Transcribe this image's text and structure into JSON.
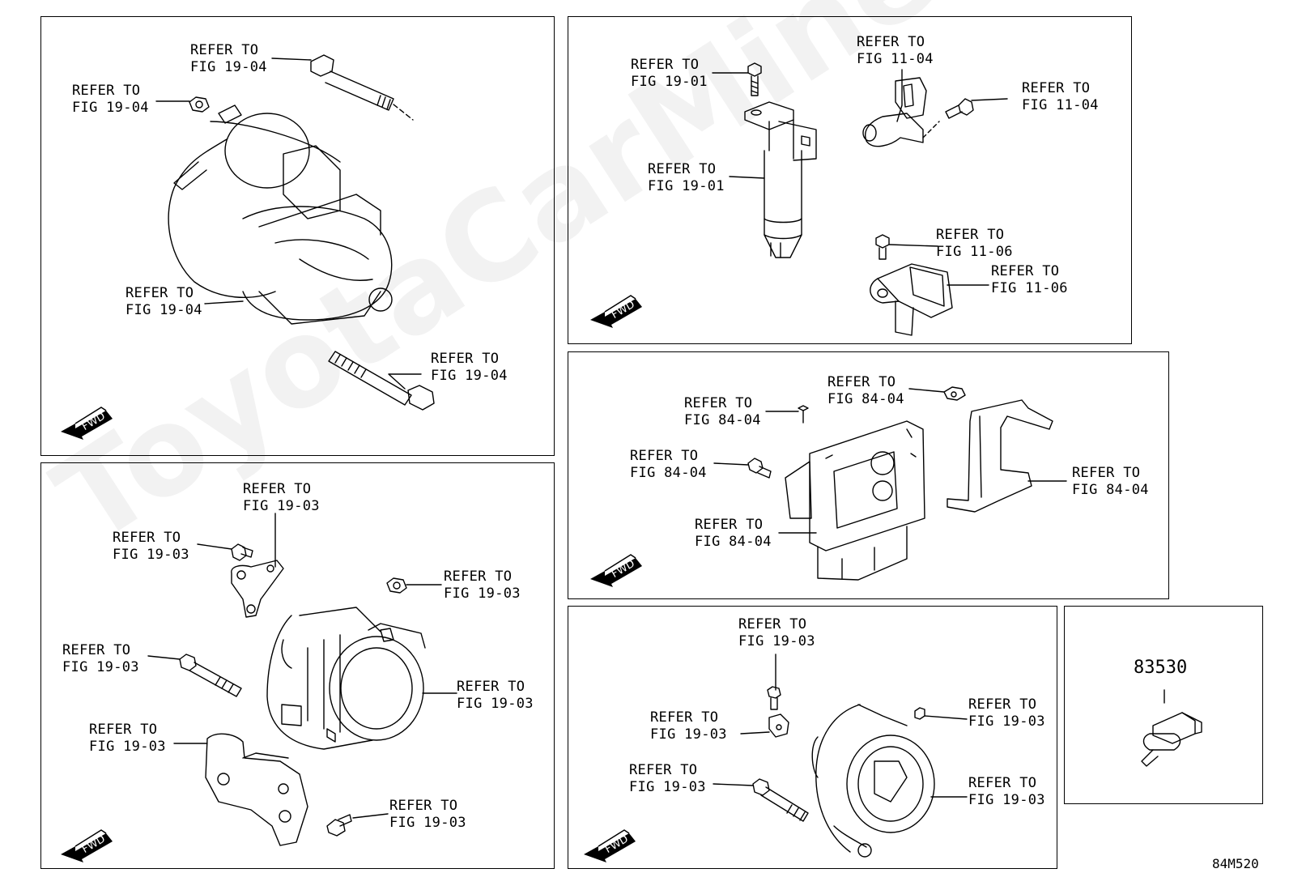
{
  "watermark": "ToyotaCarMine.ru",
  "diagram_code": "84M520",
  "fwd_text": "FWD",
  "part_number": "83530",
  "labels": {
    "p1_top": [
      "REFER TO",
      "FIG 19-04"
    ],
    "p1_nut": [
      "REFER TO",
      "FIG 19-04"
    ],
    "p1_body": [
      "REFER TO",
      "FIG 19-04"
    ],
    "p1_bolt": [
      "REFER TO",
      "FIG 19-04"
    ],
    "p2_bolt": [
      "REFER TO",
      "FIG 19-01"
    ],
    "p2_coil": [
      "REFER TO",
      "FIG 19-01"
    ],
    "p2_sens": [
      "REFER TO",
      "FIG 11-04"
    ],
    "p2_sbolt": [
      "REFER TO",
      "FIG 11-04"
    ],
    "p2_cbolt": [
      "REFER TO",
      "FIG 11-06"
    ],
    "p2_cam": [
      "REFER TO",
      "FIG 11-06"
    ],
    "p3_brk": [
      "REFER TO",
      "FIG 19-03"
    ],
    "p3_bolt": [
      "REFER TO",
      "FIG 19-03"
    ],
    "p3_nut": [
      "REFER TO",
      "FIG 19-03"
    ],
    "p3_long": [
      "REFER TO",
      "FIG 19-03"
    ],
    "p3_alt": [
      "REFER TO",
      "FIG 19-03"
    ],
    "p3_bkt": [
      "REFER TO",
      "FIG 19-03"
    ],
    "p3_bbolt": [
      "REFER TO",
      "FIG 19-03"
    ],
    "p4_nut": [
      "REFER TO",
      "FIG 84-04"
    ],
    "p4_scr": [
      "REFER TO",
      "FIG 84-04"
    ],
    "p4_bolt": [
      "REFER TO",
      "FIG 84-04"
    ],
    "p4_brk": [
      "REFER TO",
      "FIG 84-04"
    ],
    "p4_ecu": [
      "REFER TO",
      "FIG 84-04"
    ],
    "p5_top": [
      "REFER TO",
      "FIG 19-03"
    ],
    "p5_clip": [
      "REFER TO",
      "FIG 19-03"
    ],
    "p5_nut": [
      "REFER TO",
      "FIG 19-03"
    ],
    "p5_bolt": [
      "REFER TO",
      "FIG 19-03"
    ],
    "p5_alt": [
      "REFER TO",
      "FIG 19-03"
    ]
  }
}
